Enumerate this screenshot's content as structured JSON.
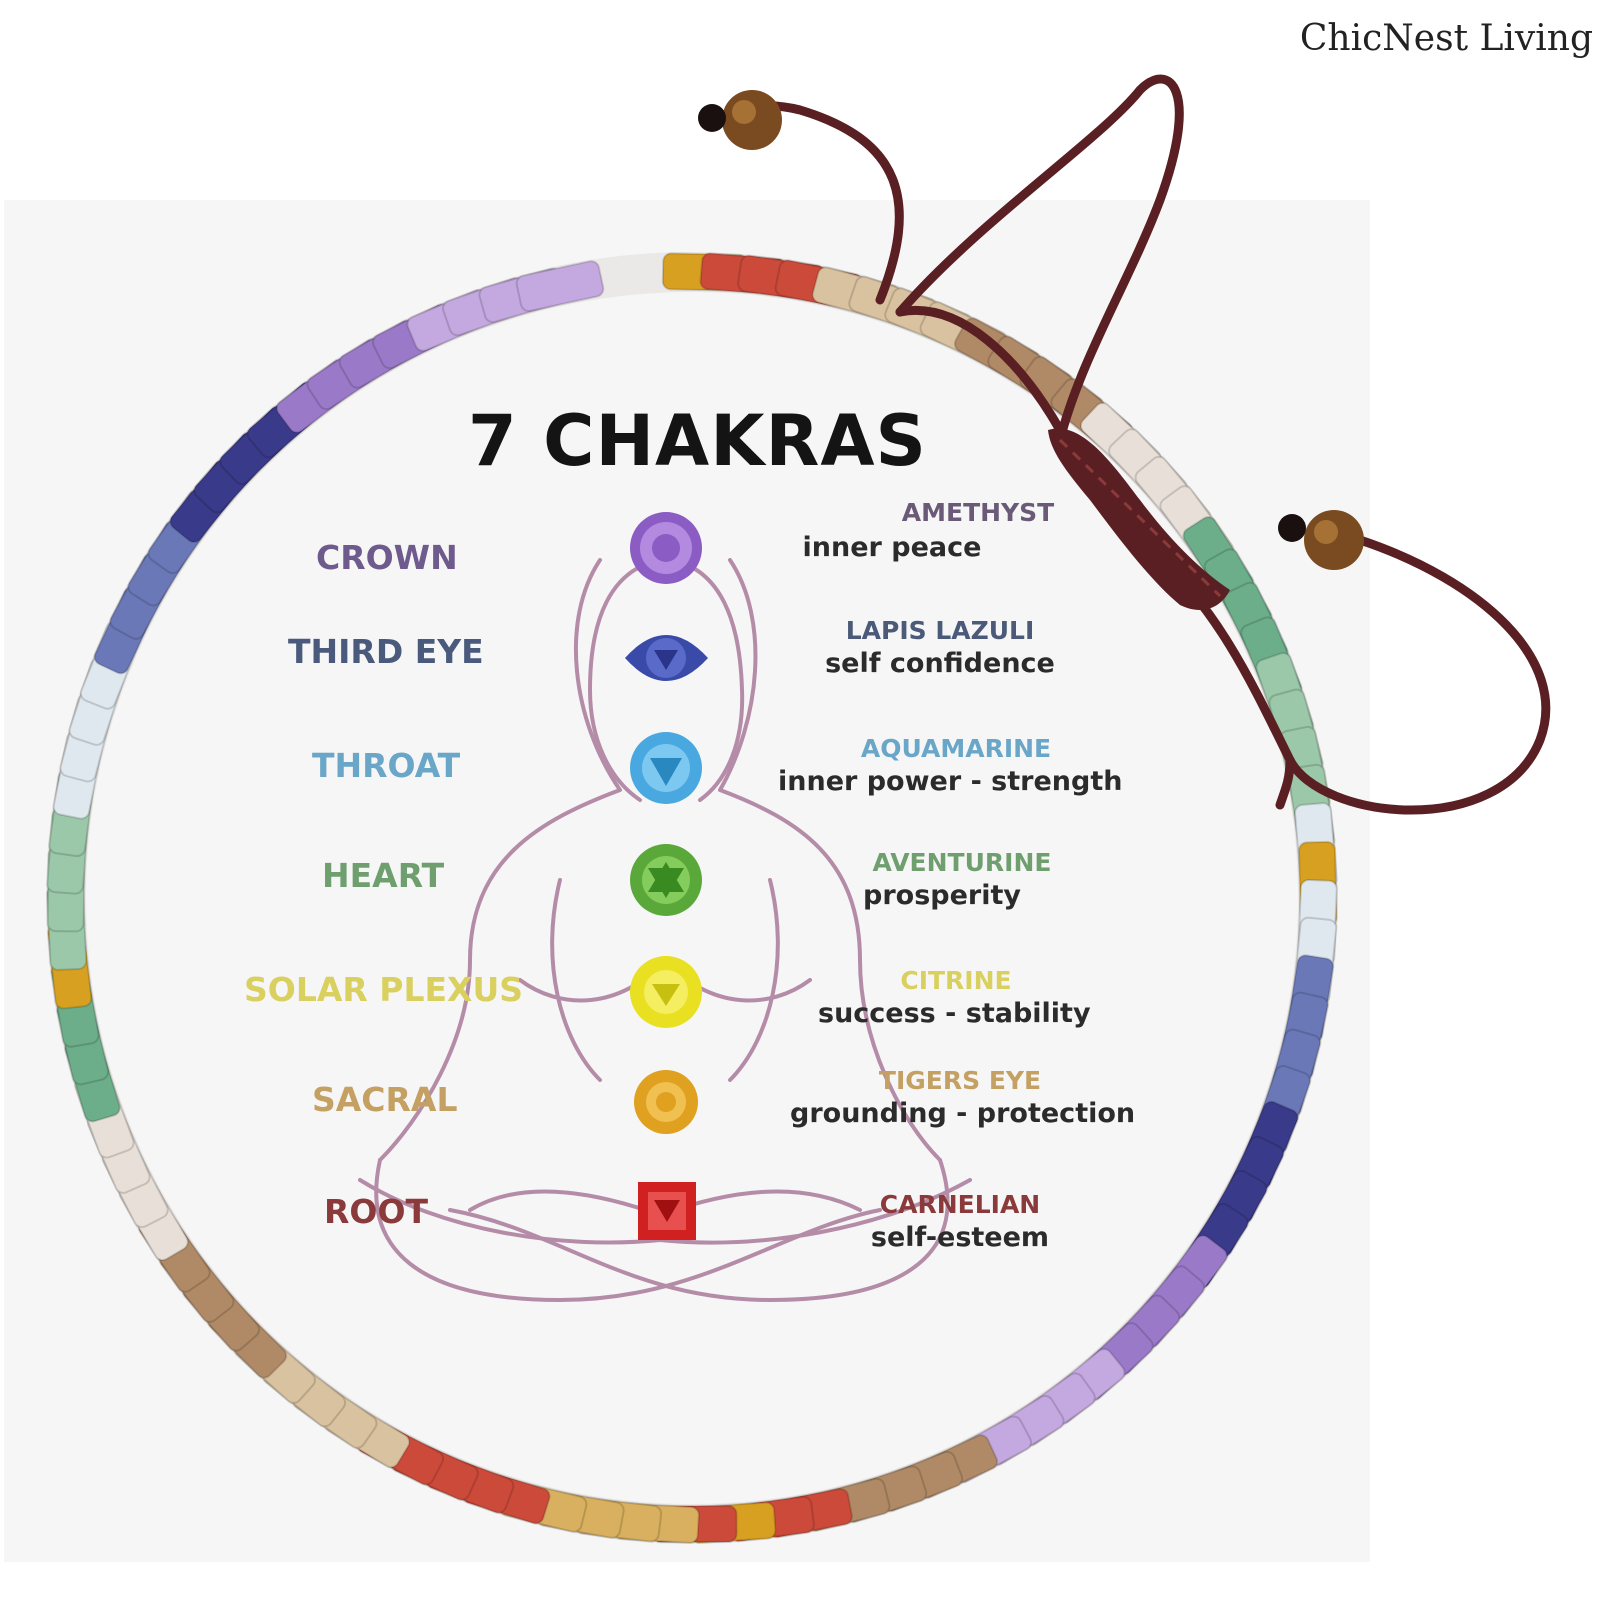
{
  "brand": "ChicNest Living",
  "title": "7 CHAKRAS",
  "colors": {
    "crown": "#6e5a8c",
    "third_eye": "#4a5a7c",
    "throat": "#6aa6c8",
    "heart": "#6f9f6f",
    "solar_plexus": "#d9d060",
    "sacral": "#c4a062",
    "root": "#8a3a3a",
    "cord": "#5a1f22"
  },
  "chakras": [
    {
      "name": "CROWN",
      "stone": "AMETHYST",
      "meaning": "inner peace",
      "color": "#8a5cc4",
      "icon": "crown-chakra-icon"
    },
    {
      "name": "THIRD EYE",
      "stone": "LAPIS LAZULI",
      "meaning": "self confidence",
      "color": "#3a4aa8",
      "icon": "third-eye-chakra-icon"
    },
    {
      "name": "THROAT",
      "stone": "AQUAMARINE",
      "meaning": "inner power - strength",
      "color": "#4aa8e0",
      "icon": "throat-chakra-icon"
    },
    {
      "name": "HEART",
      "stone": "AVENTURINE",
      "meaning": "prosperity",
      "color": "#5aa83a",
      "icon": "heart-chakra-icon"
    },
    {
      "name": "SOLAR PLEXUS",
      "stone": "CITRINE",
      "meaning": "success - stability",
      "color": "#e8e020",
      "icon": "solar-plexus-chakra-icon"
    },
    {
      "name": "SACRAL",
      "stone": "TIGERS EYE",
      "meaning": "grounding - protection",
      "color": "#e0a020",
      "icon": "sacral-chakra-icon"
    },
    {
      "name": "ROOT",
      "stone": "CARNELIAN",
      "meaning": "self-esteem",
      "color": "#d02020",
      "icon": "root-chakra-icon"
    }
  ]
}
